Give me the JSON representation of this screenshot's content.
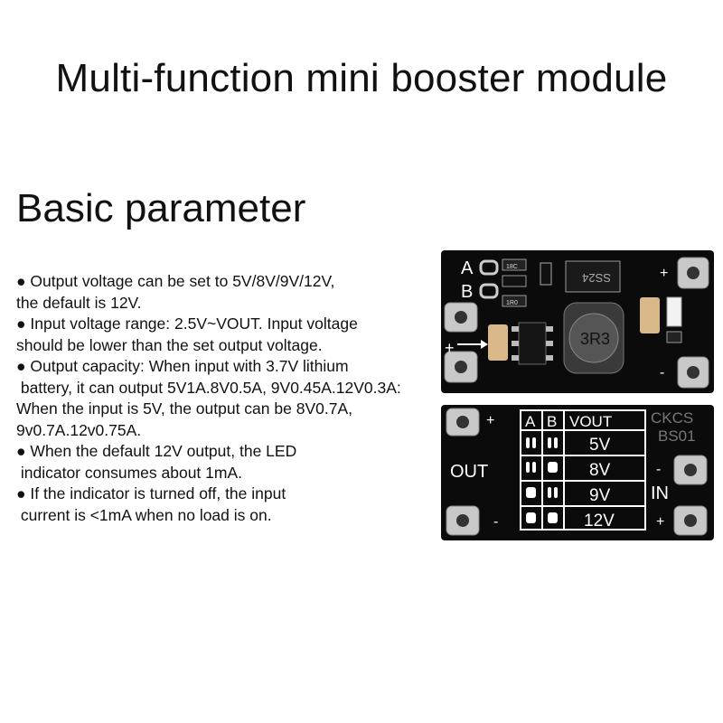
{
  "title": "Multi-function mini booster module",
  "subtitle": "Basic parameter",
  "bullets": [
    {
      "lines": [
        "● Output voltage can be set to 5V/8V/9V/12V,",
        "the default is 12V."
      ]
    },
    {
      "lines": [
        "● Input voltage range: 2.5V~VOUT. Input voltage",
        "should be lower than the set output voltage."
      ]
    },
    {
      "lines": [
        "● Output capacity: When input with 3.7V lithium",
        " battery, it can output 5V1A.8V0.5A, 9V0.45A.12V0.3A:",
        "When the input is 5V, the output can be 8V0.7A,",
        "9v0.7A.12v0.75A."
      ]
    },
    {
      "lines": [
        "● When the default 12V output, the LED",
        " indicator consumes about 1mA."
      ]
    },
    {
      "lines": [
        "● If the indicator is turned off, the input",
        " current is <1mA when no load is on."
      ]
    }
  ],
  "board_front": {
    "label_a": "A",
    "label_b": "B",
    "plus_top": "+",
    "minus_bottom": "-",
    "arrow_plus": "+",
    "diode_text": "SS24",
    "inductor_text": "3R3",
    "cap_text": "18C",
    "res_text": "1R0"
  },
  "board_back": {
    "out_label": "OUT",
    "in_label": "IN",
    "plus_left": "+",
    "minus_left": "-",
    "minus_right": "-",
    "plus_right": "+",
    "brand_line1": "CKCS",
    "brand_line2": "BS01",
    "table_headers": [
      "A",
      "B",
      "VOUT"
    ],
    "table_rows": [
      "5V",
      "8V",
      "9V",
      "12V"
    ]
  },
  "colors": {
    "board": "#0b0b0b",
    "pad": "#bdbdbd",
    "silk": "#ffffff"
  }
}
